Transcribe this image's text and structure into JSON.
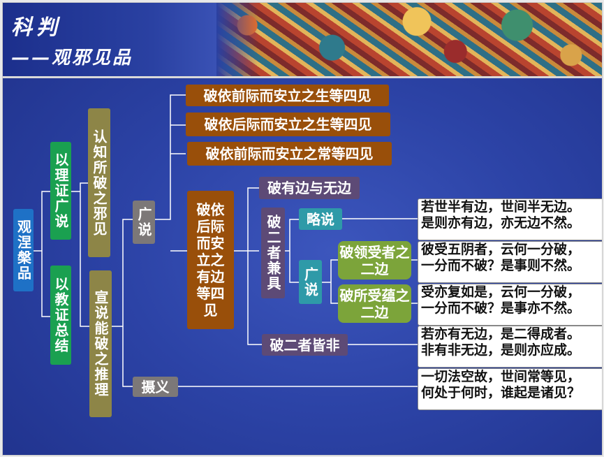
{
  "header": {
    "title": "科判",
    "subtitle": "——观邪见品"
  },
  "tree": {
    "root": "观涅槃品",
    "l1_a": "以理证广说",
    "l1_b": "以教证总结",
    "l2_a": "认知所破之邪见",
    "l2_b": "宣说能破之推理",
    "l3_a": "广说",
    "l3_b": "摄义",
    "b1": "破依前际而安立之生等四见",
    "b2": "破依后际而安立之生等四见",
    "b3": "破依前际而安立之常等四见",
    "b4": "破依后际而安立之有边等四见",
    "c1": "破有边与无边",
    "c2": "破二者兼具",
    "c3": "破二者皆非",
    "d1": "略说",
    "d2": "广说",
    "e1": "破领受者之二边",
    "e2": "破所受蕴之二边",
    "q1": [
      "若世半有边，世间半无边。",
      "是则亦有边，亦无边不然。"
    ],
    "q2": [
      "彼受五阴者，云何一分破，",
      "一分而不破？是事则不然。"
    ],
    "q3": [
      "受亦复如是，云何一分破，",
      "一分而不破？是事亦不然。"
    ],
    "q4": [
      "若亦有无边，是二得成者。",
      "非有非无边，是则亦应成。"
    ],
    "q5": [
      "一切法空故，世间常等见，",
      "何处于何时，谁起是诸见？"
    ]
  }
}
